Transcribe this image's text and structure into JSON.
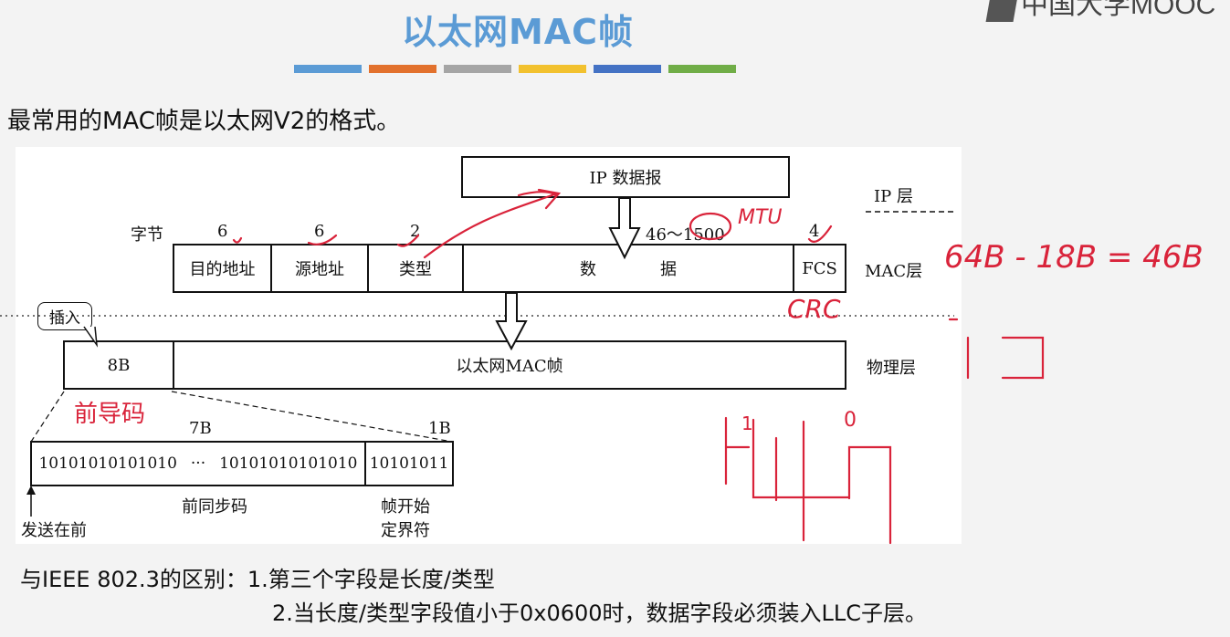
{
  "header": {
    "title": "以太网MAC帧",
    "logo_text": "中国大学MOOC",
    "bar_colors": [
      "#5b9bd5",
      "#e2712d",
      "#a5a5a5",
      "#f2c12e",
      "#4472c4",
      "#70ad47"
    ]
  },
  "intro": "最常用的MAC帧是以太网V2的格式。",
  "diagram": {
    "ip_datagram": "IP 数据报",
    "ip_layer": "IP 层",
    "mac_layer": "MAC层",
    "physical_layer": "物理层",
    "bytes_label": "字节",
    "field_sizes": [
      "6",
      "6",
      "2",
      "46～1500",
      "4"
    ],
    "fields": [
      "目的地址",
      "源地址",
      "类型",
      "数",
      "据",
      "FCS"
    ],
    "insert_label": "插入",
    "preamble_size": "8B",
    "mac_frame": "以太网MAC帧",
    "preamble_sync_size": "7B",
    "sfd_size": "1B",
    "sync_bits_a": "10101010101010",
    "ellipsis": "···",
    "sync_bits_b": "10101010101010",
    "sfd_bits": "10101011",
    "sync_label": "前同步码",
    "sfd_label_1": "帧开始",
    "sfd_label_2": "定界符",
    "send_first": "发送在前"
  },
  "annotations": {
    "mtu": "MTU",
    "crc": "CRC",
    "preamble": "前导码",
    "equation": "64B - 18B = 46B",
    "wave_1": "1",
    "wave_0": "0"
  },
  "footer": {
    "line1": "与IEEE 802.3的区别：1.第三个字段是长度/类型",
    "line2": "2.当长度/类型字段值小于0x0600时，数据字段必须装入LLC子层。"
  }
}
